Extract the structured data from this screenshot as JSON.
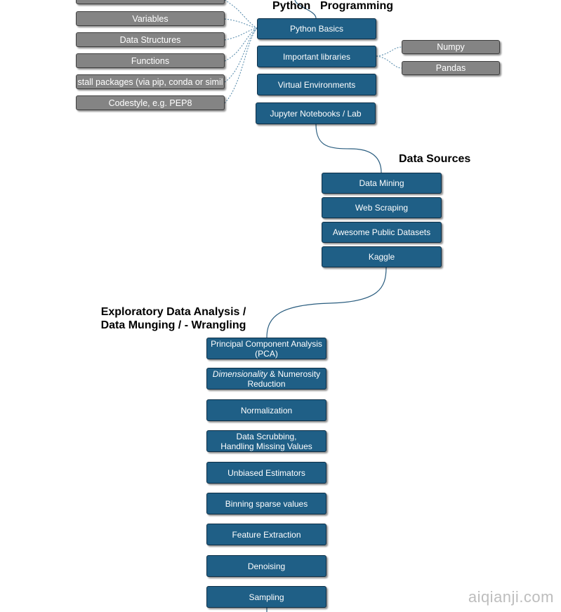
{
  "headings": {
    "python_left": "Python",
    "python_right": "Programming",
    "data_sources": "Data Sources",
    "eda_line1": "Exploratory Data Analysis /",
    "eda_line2": "Data Munging / - Wrangling"
  },
  "left_topics": [
    "Variables",
    "Data Structures",
    "Functions",
    "stall packages (via pip, conda or simil",
    "Codestyle, e.g. PEP8"
  ],
  "python_items": [
    "Python Basics",
    "Important libraries",
    "Virtual Environments",
    "Jupyter Notebooks / Lab"
  ],
  "libraries": [
    "Numpy",
    "Pandas"
  ],
  "data_sources": [
    "Data Mining",
    "Web Scraping",
    "Awesome Public Datasets",
    "Kaggle"
  ],
  "eda": [
    {
      "line1": "Principal Component Analysis",
      "line2": "(PCA)"
    },
    {
      "line1_italic": "Dimensionality",
      "line1_rest": " & Numerosity",
      "line2": "Reduction"
    },
    {
      "line1": "Normalization"
    },
    {
      "line1": "Data Scrubbing,",
      "line2": "Handling Missing Values"
    },
    {
      "line1": "Unbiased Estimators"
    },
    {
      "line1": "Binning sparse values"
    },
    {
      "line1": "Feature Extraction"
    },
    {
      "line1": "Denoising"
    },
    {
      "line1": "Sampling"
    }
  ],
  "watermark": "aiqianji.com",
  "colors": {
    "node_blue": "#1f5f86",
    "node_gray": "#848484",
    "link": "#2a5d7f"
  }
}
